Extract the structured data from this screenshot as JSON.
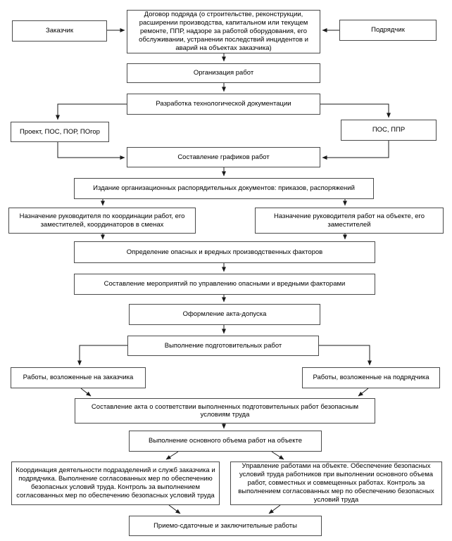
{
  "diagram": {
    "type": "flowchart",
    "language": "ru",
    "colors": {
      "background": "#ffffff",
      "box_border": "#4a4a4a",
      "box_fill": "#ffffff",
      "text": "#000000",
      "arrow": "#1a1a1a"
    },
    "nodes": [
      {
        "id": "zakazchik",
        "label": "Заказчик"
      },
      {
        "id": "dogovor",
        "label": "Договор подряда (о строительстве, реконструкции, расширении производства, капитальном или текущем ремонте, ППР, надзоре за работой  оборудования, его обслуживании, устранении последствий инцидентов и аварий на объектах заказчика)"
      },
      {
        "id": "podryadchik",
        "label": "Подрядчик"
      },
      {
        "id": "organizaciya-rabot",
        "label": "Организация работ"
      },
      {
        "id": "razrabotka-dokumentacii",
        "label": "Разработка технологической документации"
      },
      {
        "id": "proekt-pos-por",
        "label": "Проект, ПОС, ПОР, ПОгор"
      },
      {
        "id": "pos-ppr",
        "label": "ПОС, ППР"
      },
      {
        "id": "sostavlenie-grafikov",
        "label": "Составление графиков работ"
      },
      {
        "id": "izdanie-dokumentov",
        "label": "Издание организационных распорядительных документов: приказов, распоряжений"
      },
      {
        "id": "naznachenie-koordinatora",
        "label": "Назначение руководителя по координации работ, его заместителей, координаторов в сменах"
      },
      {
        "id": "naznachenie-rukovoditelya",
        "label": "Назначение руководителя работ на объекте, его заместителей"
      },
      {
        "id": "opredelenie-faktorov",
        "label": "Определение опасных и вредных производственных факторов"
      },
      {
        "id": "sostavlenie-meropriyatij",
        "label": "Составление мероприятий по управлению опасными и вредными факторами"
      },
      {
        "id": "oformlenie-akta-dopuska",
        "label": "Оформление акта-допуска"
      },
      {
        "id": "vypolnenie-podgotovitelnyh",
        "label": "Выполнение подготовительных работ"
      },
      {
        "id": "raboty-zakazchika",
        "label": "Работы, возложенные на заказчика"
      },
      {
        "id": "raboty-podryadchika",
        "label": "Работы, возложенные на подрядчика"
      },
      {
        "id": "akt-sootvetstviya",
        "label": "Составление акта о соответствии выполненных подготовительных работ безопасным условиям труда"
      },
      {
        "id": "vypolnenie-osnovnogo",
        "label": "Выполнение основного объема работ на объекте"
      },
      {
        "id": "koordinaciya-deyatelnosti",
        "label": "Координация деятельности подразделений и служб заказчика и подрядчика. Выполнение согласованных мер по обеспечению безопасных условий труда. Контроль за выполнением согласованных мер по обеспечению безопасных условий труда"
      },
      {
        "id": "upravlenie-rabotami",
        "label": "Управление работами на объекте. Обеспечение безопасных условий труда работников при выполнении основного объема работ, совместных и совмещенных работах. Контроль за выполнением согласованных мер по обеспечению безопасных условий труда"
      },
      {
        "id": "priemo-sdatochnye",
        "label": "Приемо-сдаточные и заключительные работы"
      }
    ]
  }
}
